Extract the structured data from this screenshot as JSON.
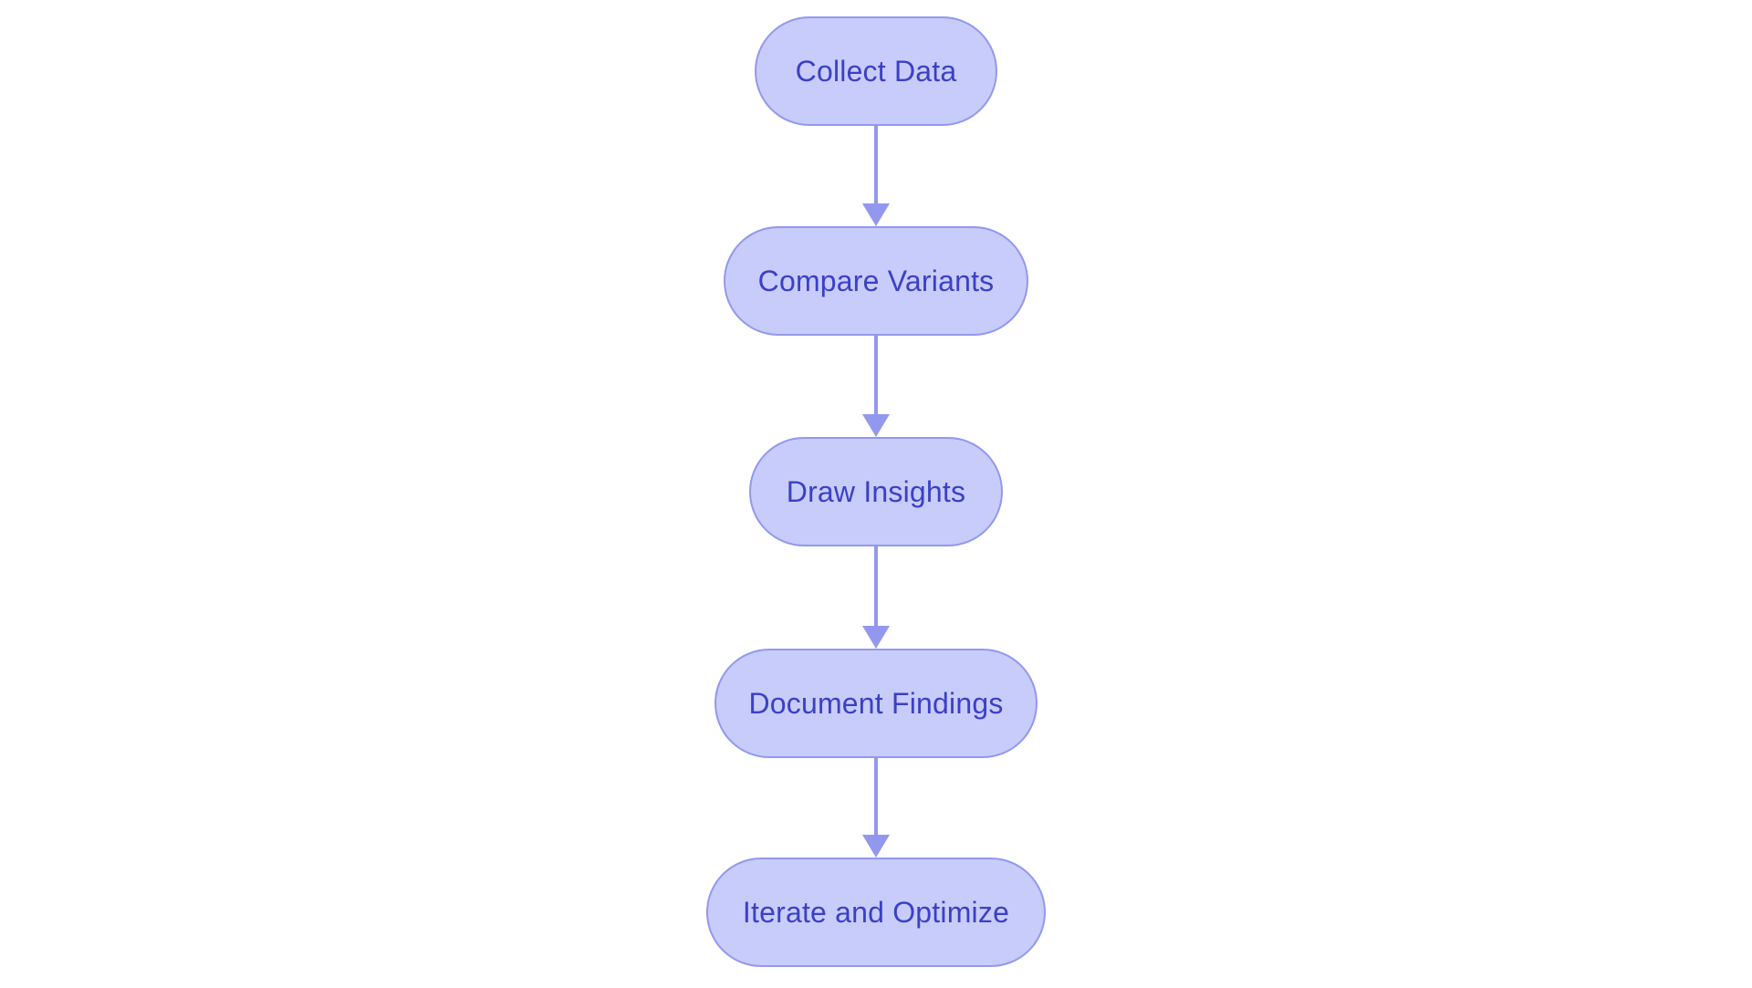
{
  "theme": {
    "background": "#ffffff",
    "node_fill": "#c8ccfa",
    "node_border": "#9298ee",
    "node_text": "#3b40c6",
    "arrow_color": "#9398ef"
  },
  "flowchart": {
    "type": "vertical-flowchart",
    "nodes": [
      {
        "id": "collect-data",
        "label": "Collect Data"
      },
      {
        "id": "compare-variants",
        "label": "Compare Variants"
      },
      {
        "id": "draw-insights",
        "label": "Draw Insights"
      },
      {
        "id": "document-findings",
        "label": "Document Findings"
      },
      {
        "id": "iterate-and-optimize",
        "label": "Iterate and Optimize"
      }
    ],
    "edges": [
      {
        "from": "collect-data",
        "to": "compare-variants"
      },
      {
        "from": "compare-variants",
        "to": "draw-insights"
      },
      {
        "from": "draw-insights",
        "to": "document-findings"
      },
      {
        "from": "document-findings",
        "to": "iterate-and-optimize"
      }
    ]
  }
}
